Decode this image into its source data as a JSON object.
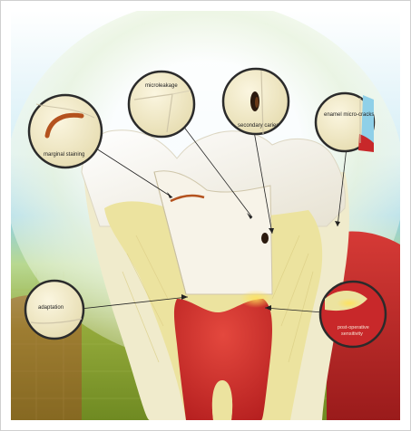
{
  "callouts": [
    {
      "id": "marginal-staining",
      "label": "marginal staining"
    },
    {
      "id": "microleakage",
      "label": "microleakage"
    },
    {
      "id": "secondary-caries",
      "label": "secondary caries"
    },
    {
      "id": "enamel-micro-cracks",
      "label": "enamel micro-cracks"
    },
    {
      "id": "adaptation",
      "label": "adaptation"
    },
    {
      "id": "post-operative-sensitivity",
      "label_line1": "post-operative",
      "label_line2": "sensitivity"
    }
  ],
  "colors": {
    "background_sky": "#8fd0e8",
    "background_green": "#7a9a2a",
    "gum": "#c8282a",
    "enamel": "#f4f1e6",
    "dentin": "#e9e0a8",
    "pulp": "#d8322e",
    "restoration": "#f7f3e8",
    "staining": "#b4521e"
  }
}
